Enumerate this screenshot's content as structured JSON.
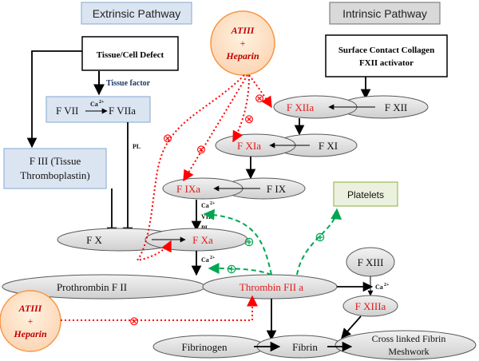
{
  "colors": {
    "ellipse_fill": "#d9d9d9",
    "ellipse_stroke": "#595959",
    "blue_box_fill": "#dbe5f1",
    "blue_box_stroke": "#95b3d7",
    "green_box_fill": "#ebf1de",
    "green_box_stroke": "#9bbb59",
    "atiii_fill": "#fcd5b4",
    "atiii_stroke": "#f79646",
    "atiii_text": "#c00000",
    "activated_text": "#e31a1c",
    "inhibit_line": "#ff0000",
    "promote_line": "#00a651",
    "dark_text": "#1f1f1f",
    "navy_text": "#1f3864"
  },
  "headers": {
    "extrinsic": "Extrinsic Pathway",
    "intrinsic": "Intrinsic Pathway"
  },
  "boxes": {
    "tissue_defect": "Tissue/Cell Defect",
    "surface_contact_1": "Surface Contact Collagen",
    "surface_contact_2": "FXII activator",
    "tissue_thromboplastin_1": "F III (Tissue",
    "tissue_thromboplastin_2": "Thromboplastin)",
    "platelets": "Platelets"
  },
  "atiii_top": {
    "line1": "ATIII",
    "line2": "+",
    "line3": "Heparin"
  },
  "atiii_bottom": {
    "line1": "ATIII",
    "line2": "+",
    "line3": "Heparin"
  },
  "factors": {
    "fxiia": "F XIIa",
    "fxii": "F XII",
    "fxia": "F XIa",
    "fxi": "F XI",
    "fixa": "F IXa",
    "fix": "F IX",
    "fx": "F X",
    "fxa": "F Xa",
    "prothrombin": "Prothrombin F II",
    "thrombin": "Thrombin FII a",
    "fxiii": "F XIII",
    "fxiiia": "F XIIIa",
    "fibrinogen": "Fibrinogen",
    "fibrin": "Fibrin",
    "crosslinked_1": "Cross linked Fibrin",
    "crosslinked_2": "Meshwork"
  },
  "labels": {
    "tissue_factor": "Tissue factor",
    "fvii": "F VII",
    "fviia": "F VIIa",
    "ca_sup": "Ca",
    "plus_sup": "2+",
    "pl_left": "PL",
    "ca_mid": "Ca",
    "viia_mid": "VIIa",
    "pl_mid": "PL",
    "ca_low": "Ca",
    "ca_right": "Ca"
  },
  "symbols": {
    "inhibit": "⊗",
    "promote": "⊕"
  }
}
